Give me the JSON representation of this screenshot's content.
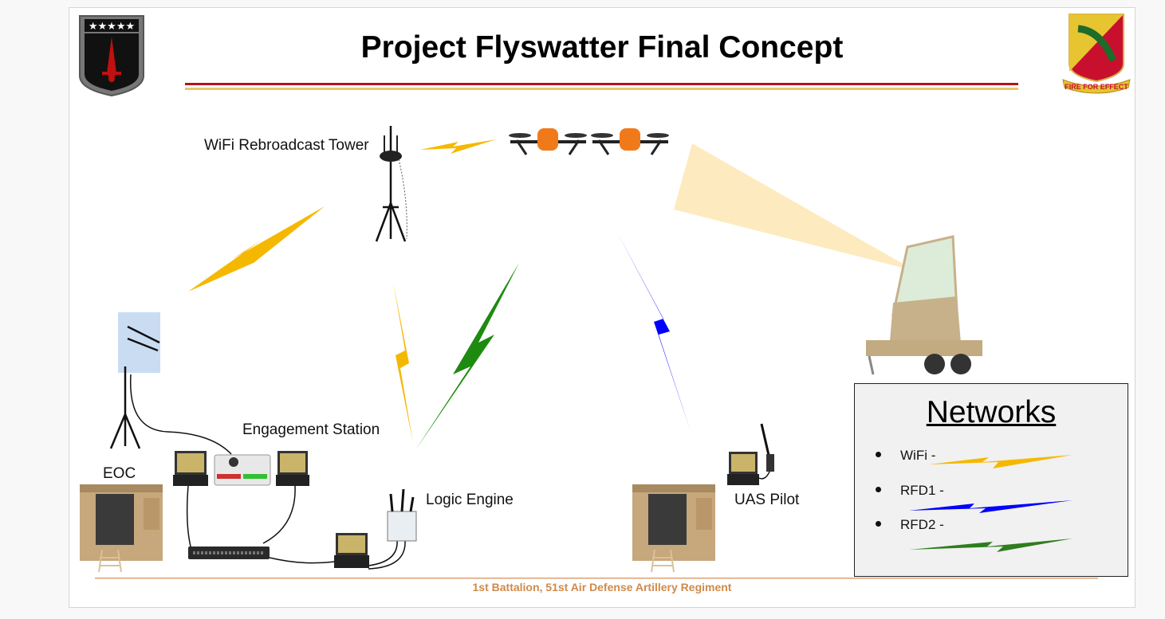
{
  "slide": {
    "title": "Project Flyswatter Final Concept",
    "footer": "1st Battalion, 51st Air Defense Artillery Regiment"
  },
  "logos": {
    "left": {
      "name": "five-star-command-crest",
      "stars": "★★★★★"
    },
    "right": {
      "name": "fire-for-effect-crest",
      "motto": "FIRE FOR EFFECT"
    }
  },
  "nodes": {
    "wifi_tower": "WiFi Rebroadcast Tower",
    "engagement_station": "Engagement Station",
    "eoc": "EOC",
    "logic_engine": "Logic Engine",
    "uas_pilot": "UAS Pilot"
  },
  "legend": {
    "title": "Networks",
    "items": [
      {
        "label": "WiFi -",
        "color": "#f5b800"
      },
      {
        "label": "RFD1 -",
        "color": "#0000ff"
      },
      {
        "label": "RFD2 -",
        "color": "#2e7d1e"
      }
    ]
  },
  "colors": {
    "wifi": "#f5b800",
    "rfd1": "#0000ff",
    "rfd2": "#1f8a10",
    "title_rule_red": "#b0141c",
    "title_rule_gold": "#e8c66a",
    "footer_rule": "#e0a070",
    "radar_beam": "#fdebbf"
  }
}
